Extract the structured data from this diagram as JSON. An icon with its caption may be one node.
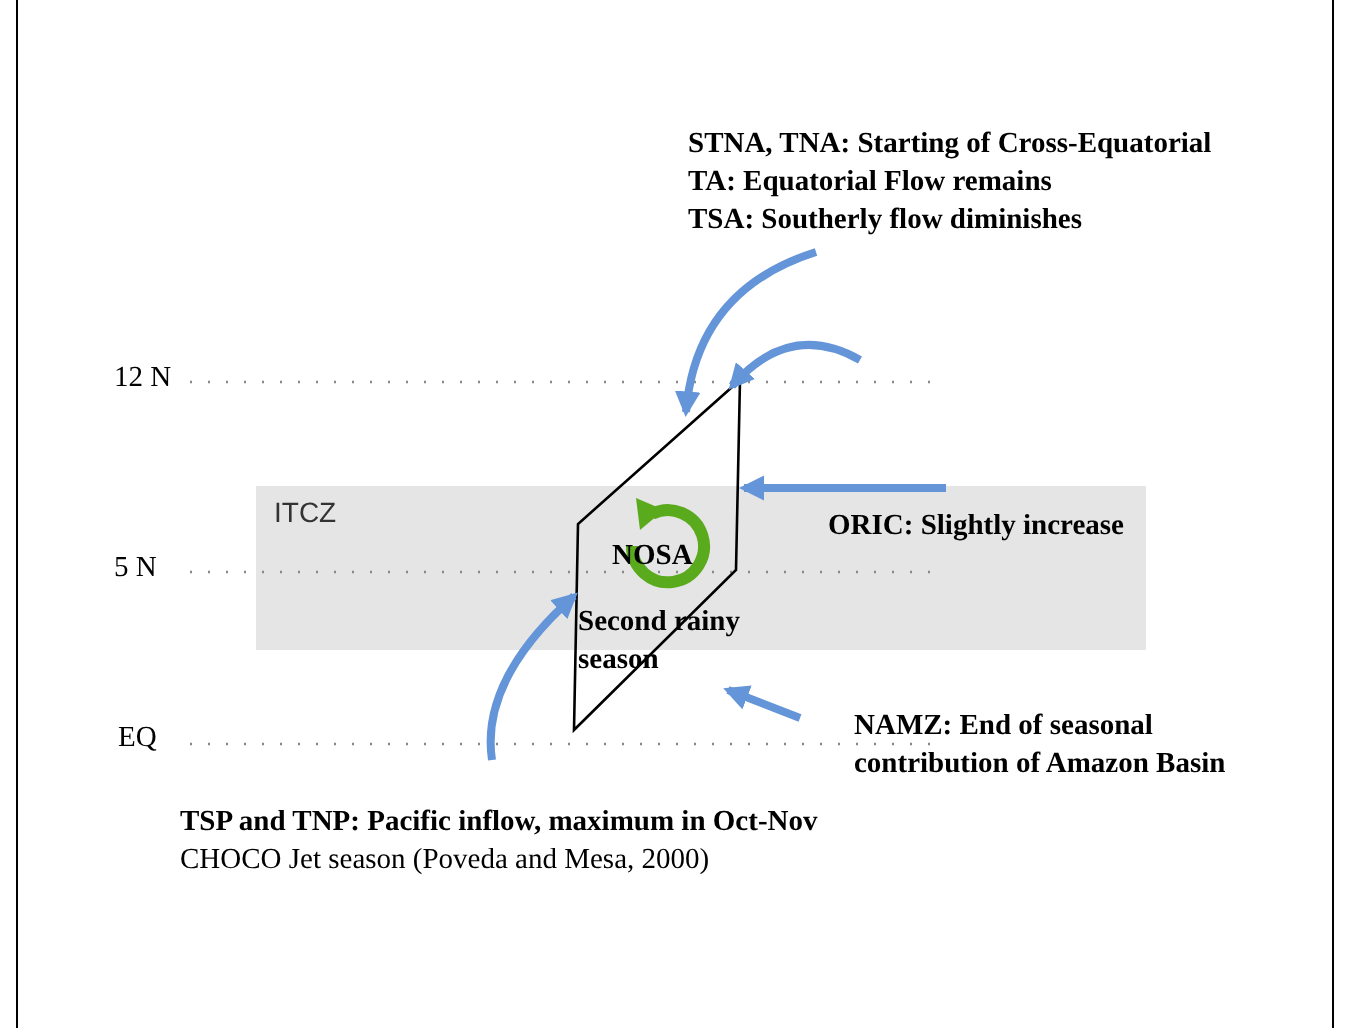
{
  "diagram": {
    "nodes": [
      {
        "text": [
          "ITCZ"
        ]
      },
      {
        "text": [
          "NOSA",
          "Second rainy season"
        ]
      },
      {
        "text": [
          "STNA, TNA: Starting of Cross-Equatorial",
          "TA: Equatorial Flow remains",
          "TSA: Southerly flow diminishes"
        ]
      },
      {
        "text": [
          "ORIC: Slightly increase"
        ],
        "in": 0
      },
      {
        "text": [
          "NAMZ: End of seasonal contribution of Amazon Basin"
        ]
      },
      {
        "text": [
          "TSP and TNP: Pacific inflow, maximum in Oct-Nov",
          "CHOCO Jet season (Poveda and Mesa, 2000)"
        ]
      }
    ],
    "edges": [
      {
        "from": 2,
        "to": 1,
        "arrow": "to"
      },
      {
        "from": null,
        "to": 1,
        "arrow": "to"
      },
      {
        "from": 3,
        "to": 1,
        "arrow": "to"
      },
      {
        "from": 4,
        "to": 1,
        "arrow": "to"
      },
      {
        "from": 5,
        "to": 1,
        "arrow": "to"
      }
    ],
    "labels": [
      "12 N",
      "5 N",
      "EQ"
    ]
  }
}
